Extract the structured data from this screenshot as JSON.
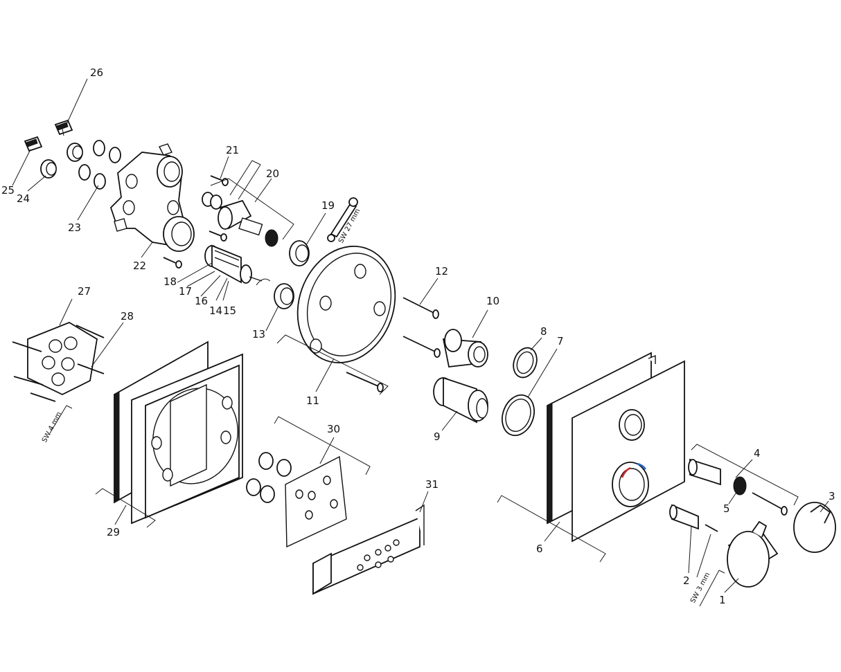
{
  "labels": {
    "p1": "1",
    "p2": "2",
    "p3": "3",
    "p4": "4",
    "p5": "5",
    "p6": "6",
    "p7": "7",
    "p8": "8",
    "p9": "9",
    "p10": "10",
    "p11": "11",
    "p12": "12",
    "p13": "13",
    "p14": "14",
    "p15": "15",
    "p16": "16",
    "p17": "17",
    "p18": "18",
    "p19": "19",
    "p20": "20",
    "p21": "21",
    "p22": "22",
    "p23": "23",
    "p24": "24",
    "p25": "25",
    "p26": "26",
    "p27": "27",
    "p28": "28",
    "p29": "29",
    "p30": "30",
    "p31": "31"
  },
  "tools": {
    "sw27": "SW 27 mm",
    "sw4": "SW 4 mm",
    "sw3": "SW 3 mm"
  }
}
